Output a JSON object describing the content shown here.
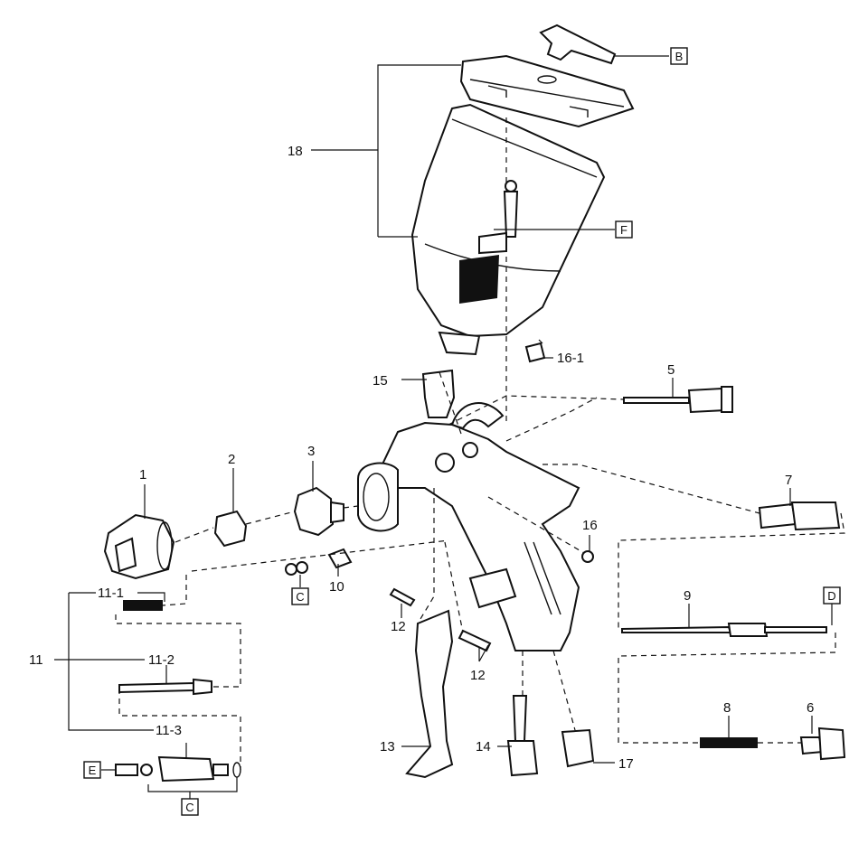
{
  "colors": {
    "ink": "#111111",
    "paper": "#ffffff",
    "shade": "#e6e6e6"
  },
  "callouts": {
    "p1": "1",
    "p2": "2",
    "p3": "3",
    "p5": "5",
    "p6": "6",
    "p7": "7",
    "p8": "8",
    "p9": "9",
    "p10": "10",
    "p11": "11",
    "p11_1": "11-1",
    "p11_2": "11-2",
    "p11_3": "11-3",
    "p12a": "12",
    "p12b": "12",
    "p13": "13",
    "p14": "14",
    "p15": "15",
    "p16": "16",
    "p16_1": "16-1",
    "p17": "17",
    "p18": "18"
  },
  "boxes": {
    "B": "B",
    "C_top": "C",
    "C_bottom": "C",
    "D": "D",
    "E": "E",
    "F": "F"
  }
}
